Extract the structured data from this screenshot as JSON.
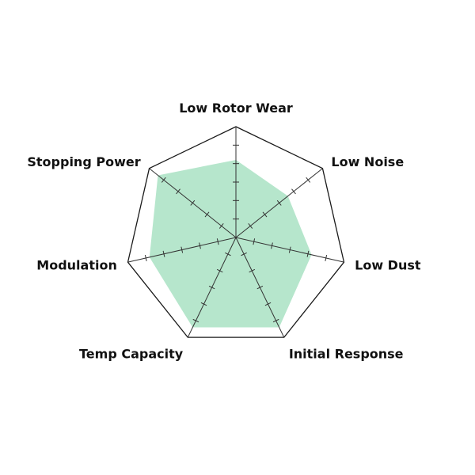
{
  "chart_data": {
    "type": "radar",
    "axes": [
      "Low Rotor Wear",
      "Low Noise",
      "Low Dust",
      "Initial Response",
      "Temp Capacity",
      "Modulation",
      "Stopping Power"
    ],
    "values": [
      3.5,
      3,
      3.5,
      4.5,
      4.5,
      4,
      4.5
    ],
    "range": [
      0,
      5
    ],
    "ticks_per_axis": 5,
    "grid": false,
    "legend": "none",
    "colors": {
      "fill": "#b6e6cc",
      "outline": "#1a1a1a",
      "axis": "#333333"
    }
  }
}
